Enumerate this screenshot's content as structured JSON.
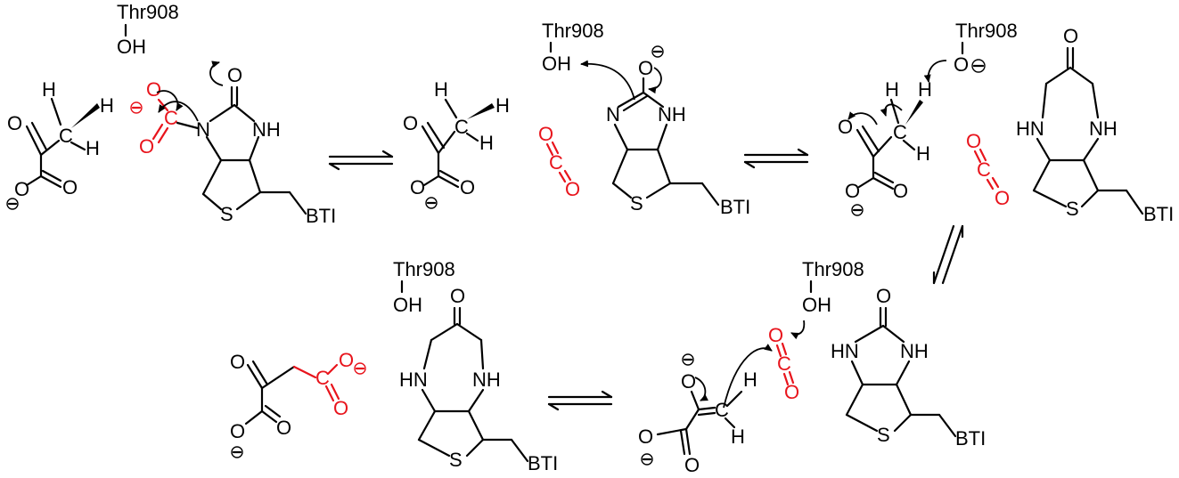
{
  "residue": "Thr908",
  "hydroxyl": "OH",
  "oxygen": "O",
  "carbon": "C",
  "hydrogen": "H",
  "amine": "NH",
  "amine_left": "HN",
  "nitrogen": "N",
  "sulfur": "S",
  "tail": "BTI",
  "charge_sign": "−",
  "colors": {
    "bond": "#000000",
    "carboxyl": "#e8141c"
  }
}
